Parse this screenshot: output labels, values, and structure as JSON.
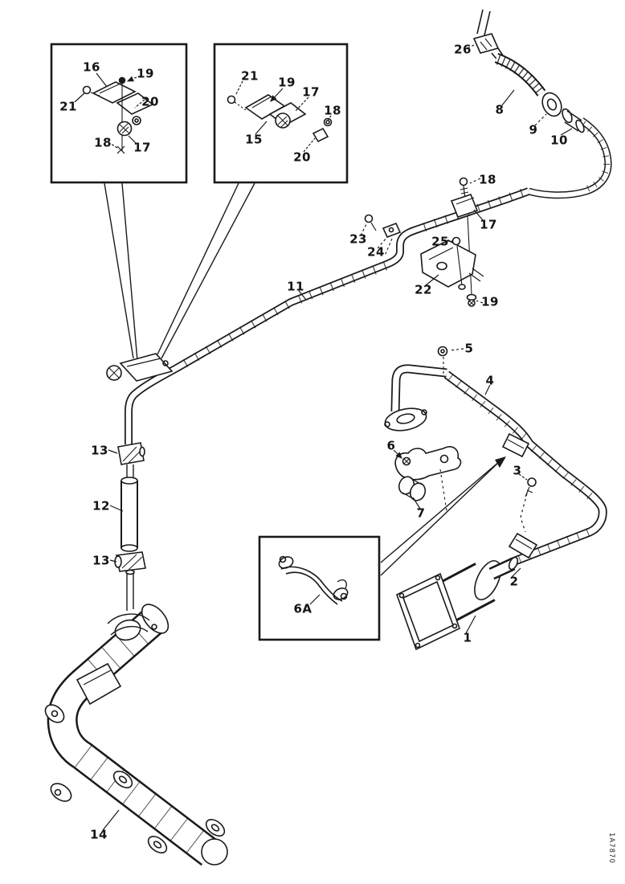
{
  "document": {
    "drawing_number": "1A7870",
    "ink_color": "#1a1a1a",
    "paper_color": "#ffffff"
  },
  "callouts": [
    "16",
    "19",
    "21",
    "20",
    "18",
    "17",
    "21",
    "19",
    "17",
    "18",
    "15",
    "20",
    "26",
    "8",
    "9",
    "10",
    "18",
    "17",
    "19",
    "23",
    "24",
    "25",
    "22",
    "11",
    "5",
    "4",
    "6",
    "3",
    "7",
    "2",
    "1",
    "13",
    "12",
    "13",
    "14",
    "6A"
  ]
}
